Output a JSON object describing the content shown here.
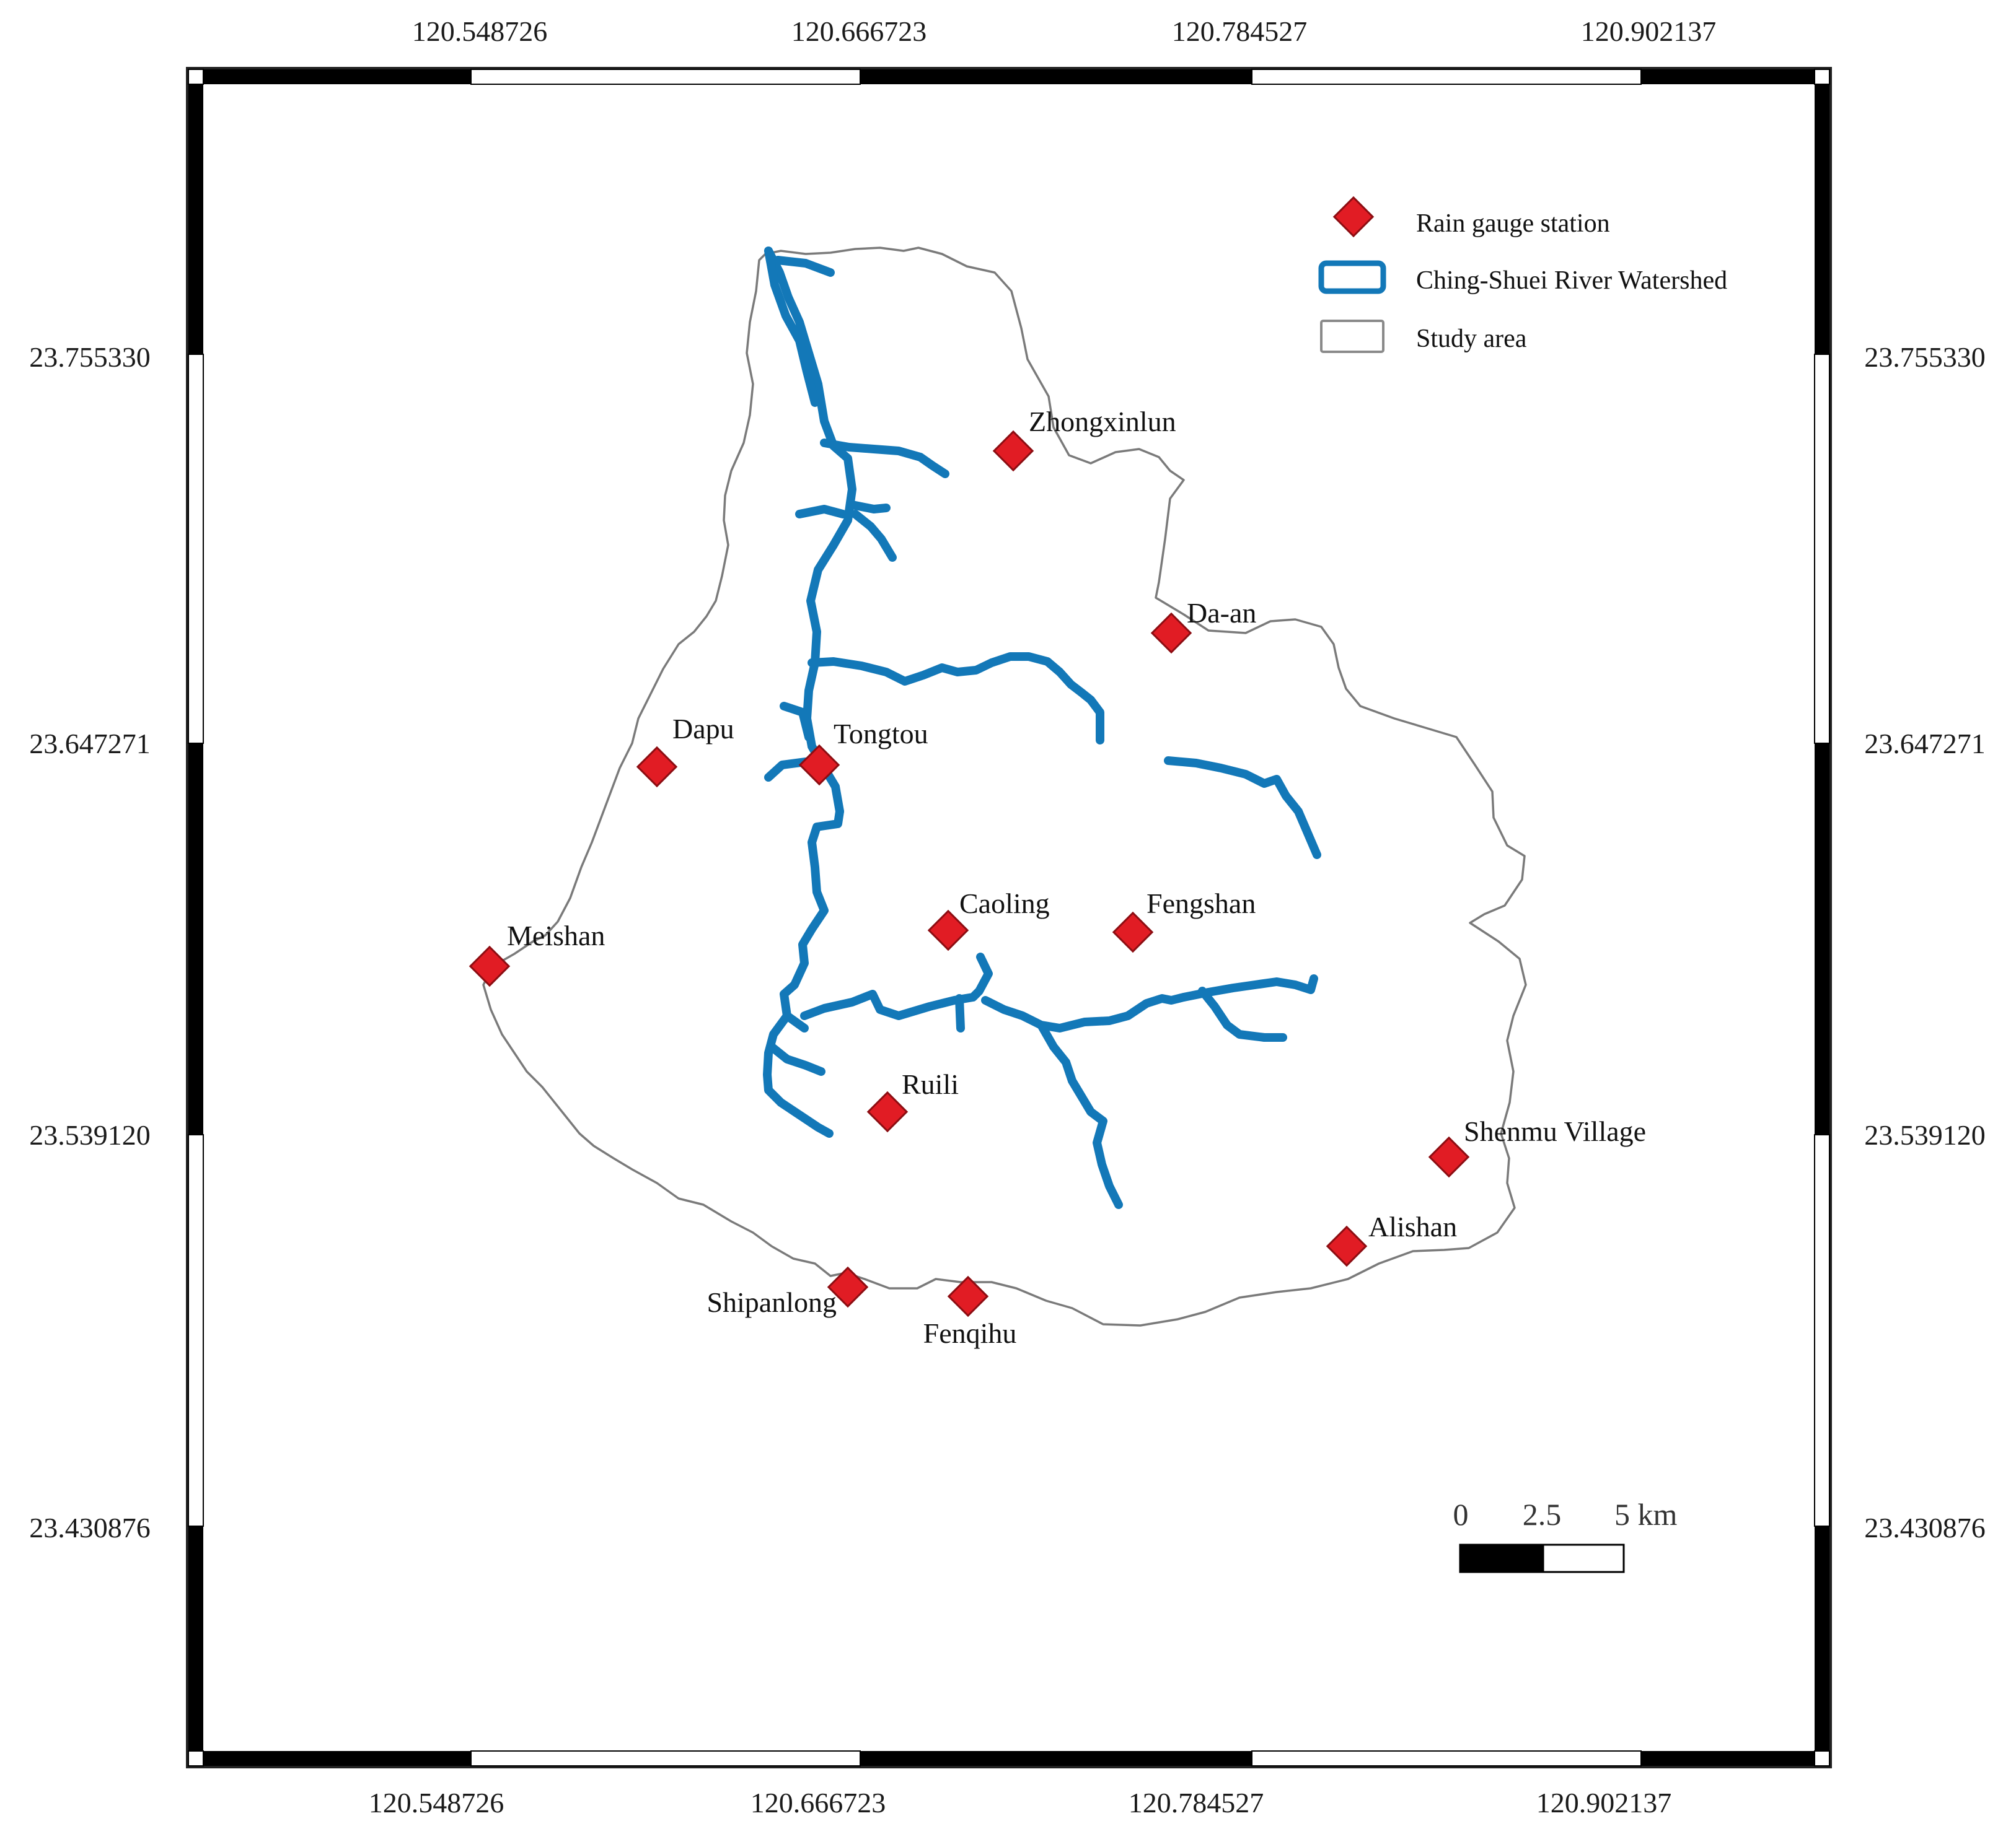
{
  "colors": {
    "station_fill": "#e11c24",
    "river": "#1378b8",
    "study_area": "#7a7a7a",
    "frame": "#000000"
  },
  "coordinates": {
    "longitudes": [
      "120.548726",
      "120.666723",
      "120.784527",
      "120.902137"
    ],
    "latitudes": [
      "23.755330",
      "23.647271",
      "23.539120",
      "23.430876"
    ]
  },
  "legend": {
    "station": {
      "label": "Rain gauge station",
      "icon": "red-diamond-icon"
    },
    "watershed": {
      "label": "Ching-Shuei  River  Watershed",
      "icon": "blue-outline-box-icon"
    },
    "study_area": {
      "label": "Study area",
      "icon": "gray-outline-box-icon"
    }
  },
  "scale_bar": {
    "labels": [
      "0",
      "2.5",
      "5 km"
    ]
  },
  "stations": [
    {
      "name": "Zhongxinlun"
    },
    {
      "name": "Da-an"
    },
    {
      "name": "Dapu"
    },
    {
      "name": "Tongtou"
    },
    {
      "name": "Meishan"
    },
    {
      "name": "Caoling"
    },
    {
      "name": "Fengshan"
    },
    {
      "name": "Ruili"
    },
    {
      "name": "Shenmu Village"
    },
    {
      "name": "Alishan"
    },
    {
      "name": "Shipanlong"
    },
    {
      "name": "Fenqihu"
    }
  ]
}
